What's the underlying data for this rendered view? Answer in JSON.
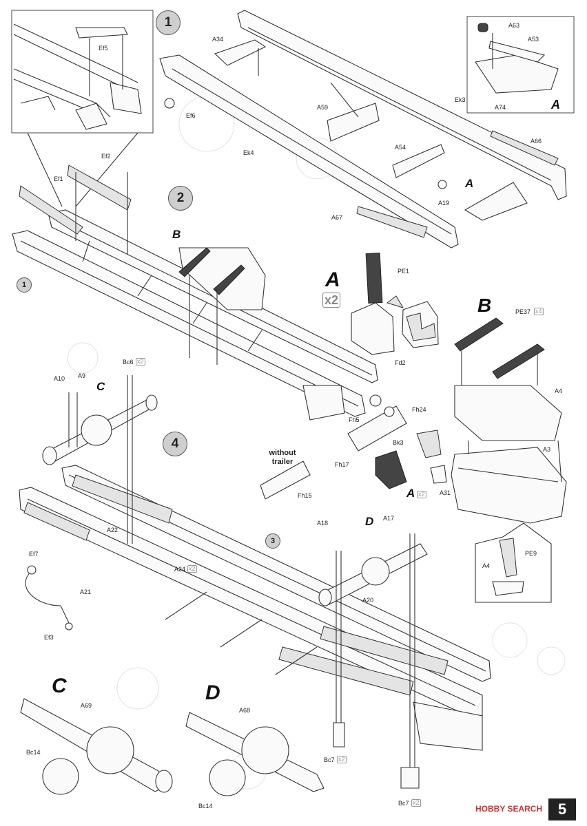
{
  "page_number": "5",
  "watermark": "HOBBY SEARCH",
  "steps": [
    "1",
    "2",
    "4",
    "3"
  ],
  "step_refs": [
    "1",
    "3"
  ],
  "subassemblies": {
    "A": "A",
    "B": "B",
    "C": "C",
    "D": "D"
  },
  "qty": {
    "x2": "x2",
    "x4": "x4",
    "x2big": "x2"
  },
  "without_trailer": "without\ntrailer",
  "labels": {
    "Ef5": "Ef5",
    "A34": "A34",
    "Ef6": "Ef6",
    "Ek4": "Ek4",
    "A59": "A59",
    "Ek3": "Ek3",
    "A63": "A63",
    "A53": "A53",
    "A74": "A74",
    "A66": "A66",
    "A54": "A54",
    "A19": "A19",
    "A67": "A67",
    "Ef2": "Ef2",
    "Ef1": "Ef1",
    "PE1": "PE1",
    "Fd2": "Fd2",
    "PE37": "PE37",
    "A4": "A4",
    "A3": "A3",
    "Bc6": "Bc6",
    "A10": "A10",
    "A9": "A9",
    "Fh5": "Fh5",
    "Fh24": "Fh24",
    "Bk3": "Bk3",
    "Fh17": "Fh17",
    "Fh15": "Fh15",
    "A31": "A31",
    "A22": "A22",
    "A24": "A24",
    "Ef7": "Ef7",
    "A21": "A21",
    "Ef3": "Ef3",
    "A18": "A18",
    "A17": "A17",
    "A20": "A20",
    "PE9": "PE9",
    "A4b": "A4",
    "A69": "A69",
    "Bc14": "Bc14",
    "A68": "A68",
    "Bc14b": "Bc14",
    "Bc7": "Bc7",
    "Bc7b": "Bc7"
  }
}
